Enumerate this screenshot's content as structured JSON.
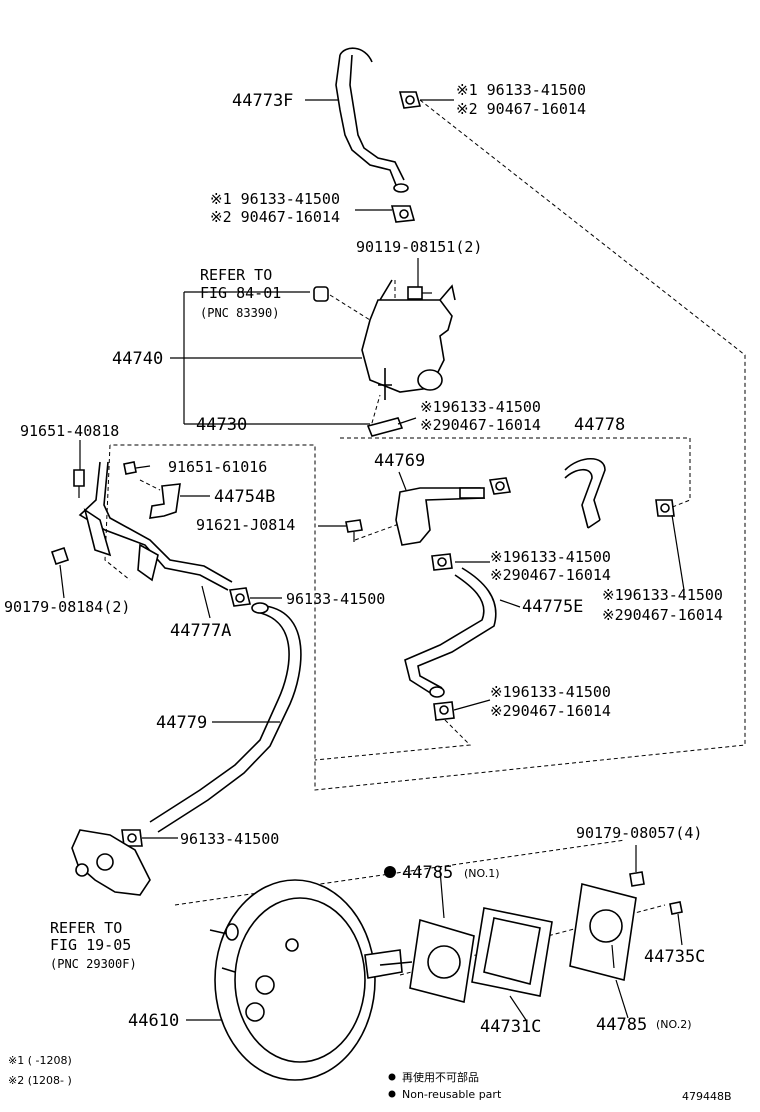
{
  "labels": {
    "p44773F": "44773F",
    "clip_top_1": "※1 96133-41500",
    "clip_top_2": "※2 90467-16014",
    "clip_mid_1": "※1 96133-41500",
    "clip_mid_2": "※2 90467-16014",
    "bolt_90119": "90119-08151(2)",
    "refer84_1": "REFER TO",
    "refer84_2": "FIG 84-01",
    "refer84_3": "(PNC 83390)",
    "p44740": "44740",
    "p44730": "44730",
    "clip_730_1": "※196133-41500",
    "clip_730_2": "※290467-16014",
    "p44778": "44778",
    "p44769": "44769",
    "bolt_91651_40818": "91651-40818",
    "bolt_91651_61016": "91651-61016",
    "p44754B": "44754B",
    "bolt_91621": "91621-J0814",
    "nut_90179_08184": "90179-08184(2)",
    "p44777A": "44777A",
    "clip_777_label": "96133-41500",
    "clip_775_top_1": "※196133-41500",
    "clip_775_top_2": "※290467-16014",
    "clip_778_1": "※196133-41500",
    "clip_778_2": "※290467-16014",
    "p44775E": "44775E",
    "clip_775_bot_1": "※196133-41500",
    "clip_775_bot_2": "※290467-16014",
    "p44779": "44779",
    "clip_779_bot_label": "96133-41500",
    "refer19_1": "REFER TO",
    "refer19_2": "FIG 19-05",
    "refer19_3": "(PNC 29300F)",
    "nut_90179_08057": "90179-08057(4)",
    "p44785_no1": "44785",
    "no1": "(NO.1)",
    "p44735C": "44735C",
    "p44610": "44610",
    "p44731C": "44731C",
    "p44785_no2": "44785",
    "no2": "(NO.2)",
    "note1": "※1 (        -1208)",
    "note2": "※2 (1208-        )",
    "legend_cn": "再使用不可部品",
    "legend_en": "Non-reusable part",
    "figure_id": "479448B"
  }
}
